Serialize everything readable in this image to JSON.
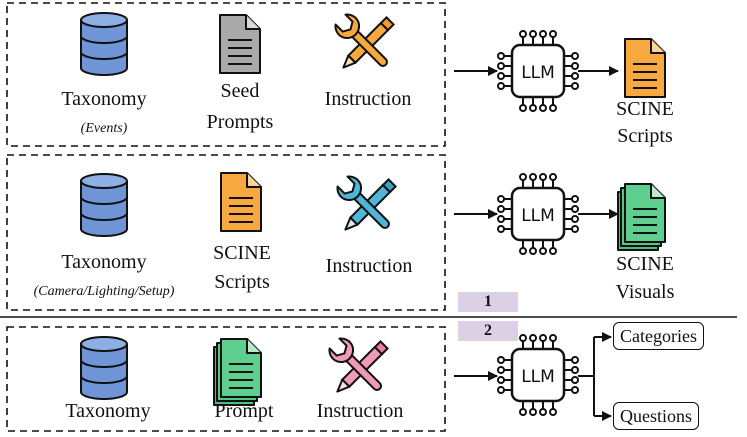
{
  "row1": {
    "taxonomy": "Taxonomy",
    "taxonomy_sub": "(Events)",
    "seed_line1": "Seed",
    "seed_line2": "Prompts",
    "instruction": "Instruction",
    "llm": "LLM",
    "out_line1": "SCINE",
    "out_line2": "Scripts"
  },
  "row2": {
    "taxonomy": "Taxonomy",
    "taxonomy_sub": "(Camera/Lighting/Setup)",
    "scripts_line1": "SCINE",
    "scripts_line2": "Scripts",
    "instruction": "Instruction",
    "llm": "LLM",
    "out_line1": "SCINE",
    "out_line2": "Visuals"
  },
  "row3": {
    "taxonomy": "Taxonomy",
    "prompt": "Prompt",
    "instruction": "Instruction",
    "llm": "LLM",
    "out1": "Categories",
    "out2": "Questions"
  },
  "badges": {
    "one": "1",
    "two": "2"
  },
  "colors": {
    "db_blue": "#6f95d8",
    "doc_gray": "#a9a9a9",
    "doc_orange": "#f7a83e",
    "doc_green": "#5fcf8f",
    "tool_orange": "#f7a83e",
    "tool_blue": "#4fb6d8",
    "tool_pink": "#f09ab8",
    "badge": "#dcd0e6"
  }
}
